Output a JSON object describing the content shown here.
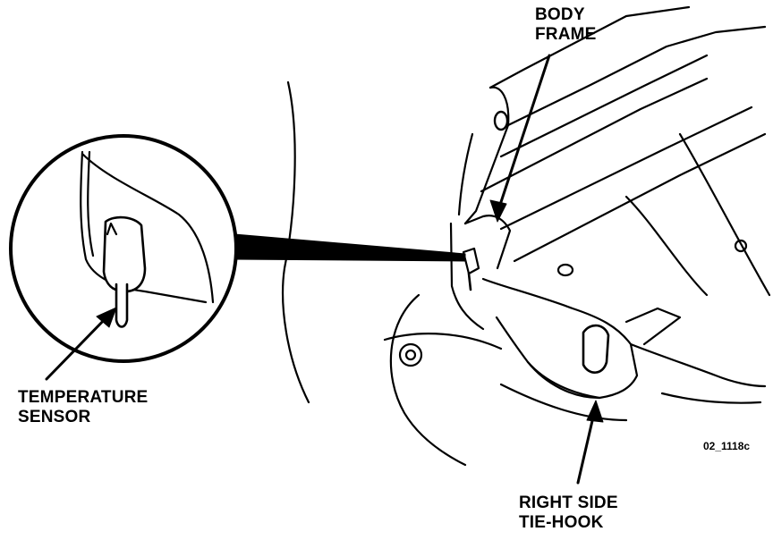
{
  "labels": {
    "body_frame_line1": "BODY",
    "body_frame_line2": "FRAME",
    "temperature_sensor_line1": "TEMPERATURE",
    "temperature_sensor_line2": "SENSOR",
    "tie_hook_line1": "RIGHT SIDE",
    "tie_hook_line2": "TIE-HOOK",
    "figure_code": "02_1118c"
  },
  "colors": {
    "ink": "#000000",
    "paper": "#ffffff"
  }
}
